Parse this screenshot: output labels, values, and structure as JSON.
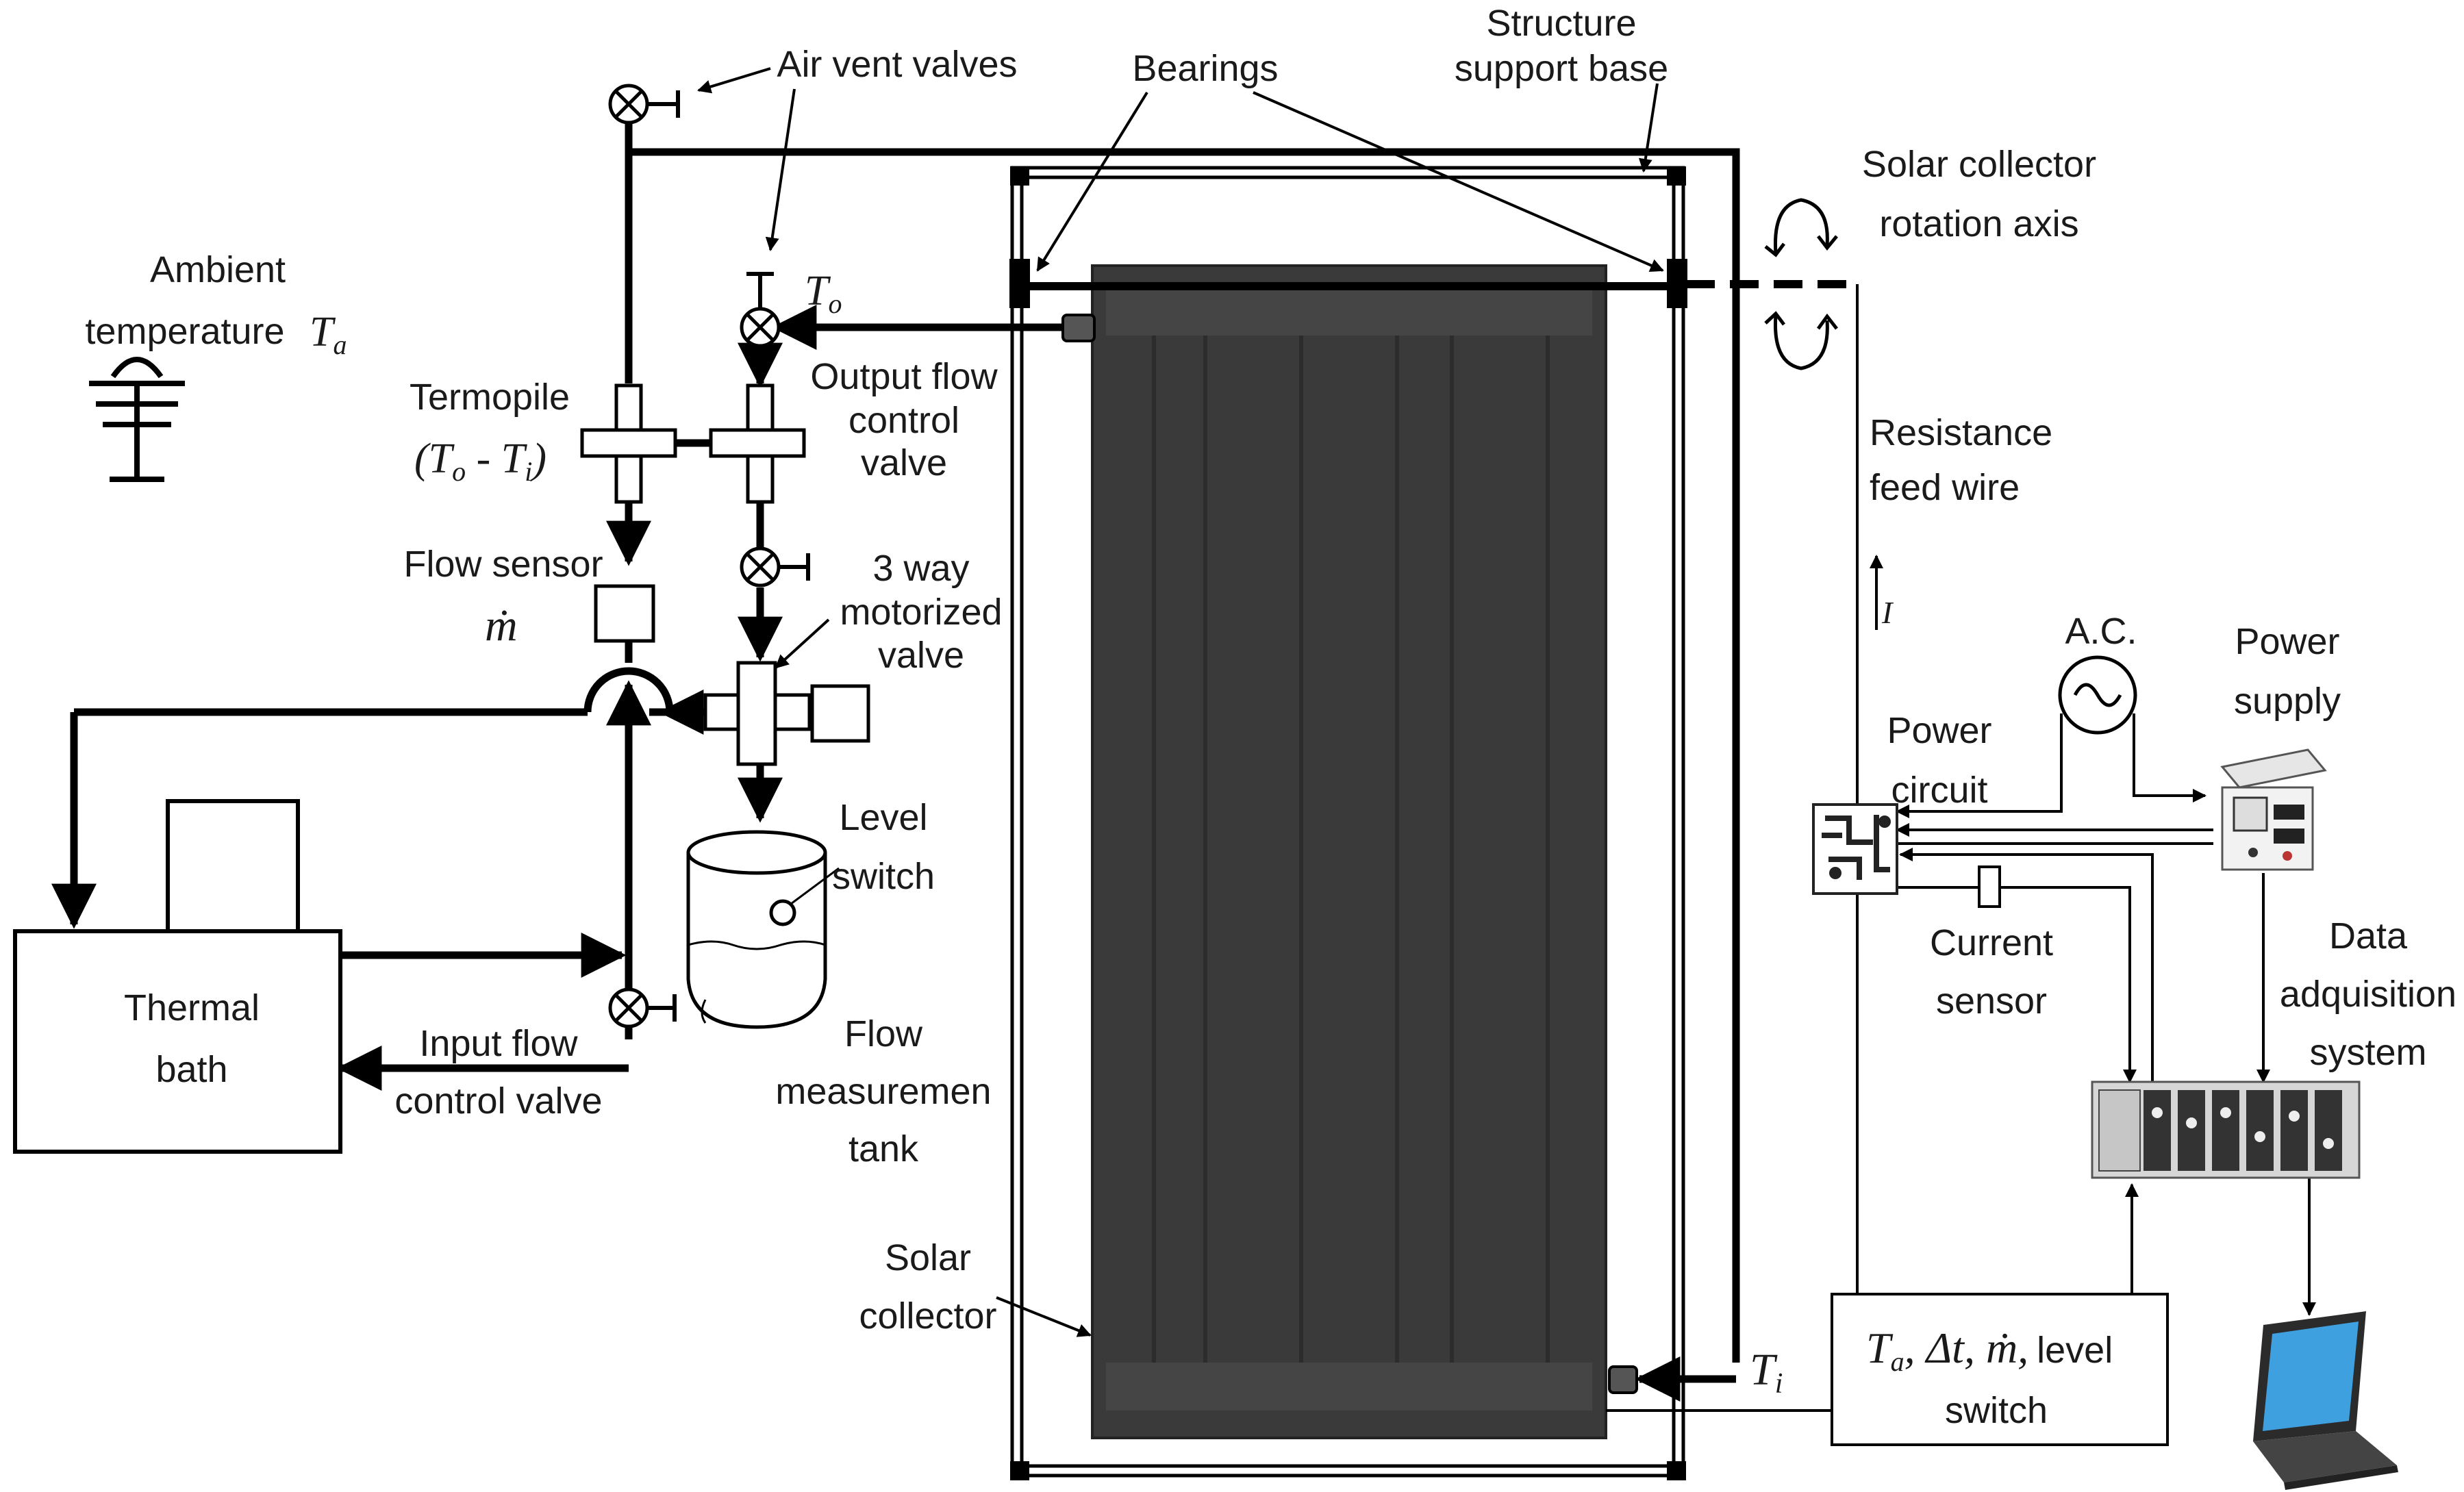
{
  "labels": {
    "air_vent_valves": "Air vent valves",
    "bearings": "Bearings",
    "structure_support_base_1": "Structure",
    "structure_support_base_2": "support base",
    "rotation_axis_1": "Solar collector",
    "rotation_axis_2": "rotation  axis",
    "ambient_1": "Ambient",
    "ambient_2": "temperature",
    "termopile": "Termopile",
    "output_valve_1": "Output flow",
    "output_valve_2": "control",
    "output_valve_3": "valve",
    "flow_sensor": "Flow sensor",
    "motorized_1": "3 way",
    "motorized_2": "motorized",
    "motorized_3": "valve",
    "level_switch_1": "Level",
    "level_switch_2": "switch",
    "thermal_bath_1": "Thermal",
    "thermal_bath_2": "bath",
    "input_valve_1": "Input flow",
    "input_valve_2": "control valve",
    "tank_1": "Flow",
    "tank_2": "measuremen",
    "tank_3": "tank",
    "solar_collector_1": "Solar",
    "solar_collector_2": "collector",
    "resistance_1": "Resistance",
    "resistance_2": "feed wire",
    "ac": "A.C.",
    "power_supply_1": "Power",
    "power_supply_2": "supply",
    "power_circuit_1": "Power",
    "power_circuit_2": "circuit",
    "current_sensor_1": "Current",
    "current_sensor_2": "sensor",
    "daq_1": "Data",
    "daq_2": "adquisition",
    "daq_3": "system",
    "measures_box_level": "level",
    "measures_box_switch": "switch"
  },
  "symbols": {
    "t_a": "T",
    "t_a_sub": "a",
    "t_o": "T",
    "t_o_sub": "o",
    "t_i": "T",
    "t_i_sub": "i",
    "termopile_formula": "(T",
    "termopile_o": "o",
    "termopile_mid": " - T",
    "termopile_i": "i",
    "termopile_close": ")",
    "mass_flow": "ṁ",
    "current": "I",
    "box_ta": "T",
    "box_ta_sub": "a",
    "box_rest": ", Δt, ṁ,"
  }
}
